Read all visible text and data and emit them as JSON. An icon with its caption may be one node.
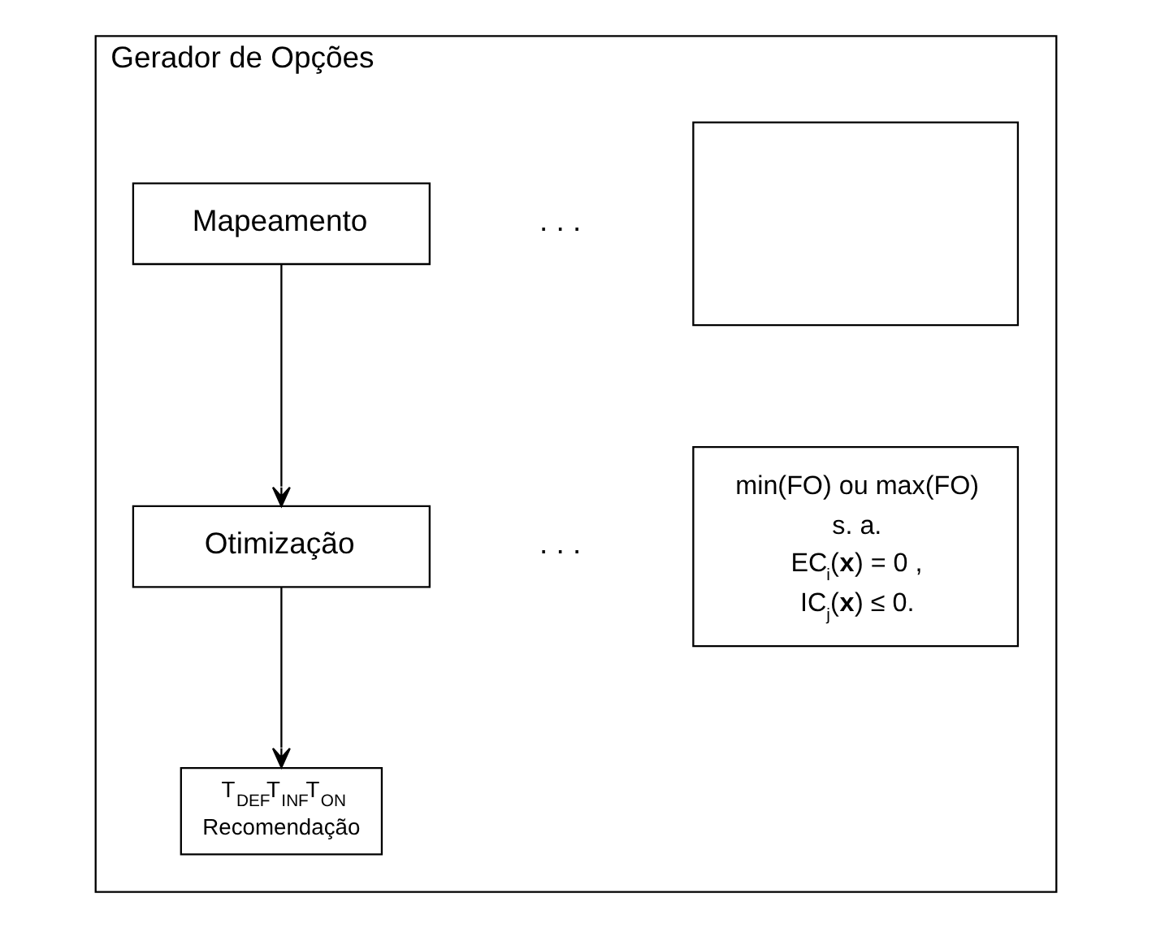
{
  "diagram": {
    "nodes": [
      {
        "text": [
          "Gerador de Opções"
        ]
      },
      {
        "text": [
          "Mapeamento"
        ],
        "in": 0
      },
      {
        "text": [
          "Otimização"
        ],
        "in": 0
      },
      {
        "text": [
          "T$_{DEF}$T$_{INF}$T$_{ON}$",
          "Recomendação"
        ],
        "in": 0
      },
      {
        "text": [],
        "shape": "box",
        "in": 0
      },
      {
        "text": [
          "min(FO) ou max(FO)",
          "s. a.",
          "EC$_{i}$(**x**) = 0 ,",
          "IC$_{j}$(**x**) ≤ 0."
        ],
        "in": 0
      }
    ],
    "edges": [
      {
        "from": 1,
        "to": 2,
        "arrow": "to"
      },
      {
        "from": 2,
        "to": 3,
        "arrow": "to"
      }
    ],
    "labels": [
      ". . .",
      ". . ."
    ]
  }
}
